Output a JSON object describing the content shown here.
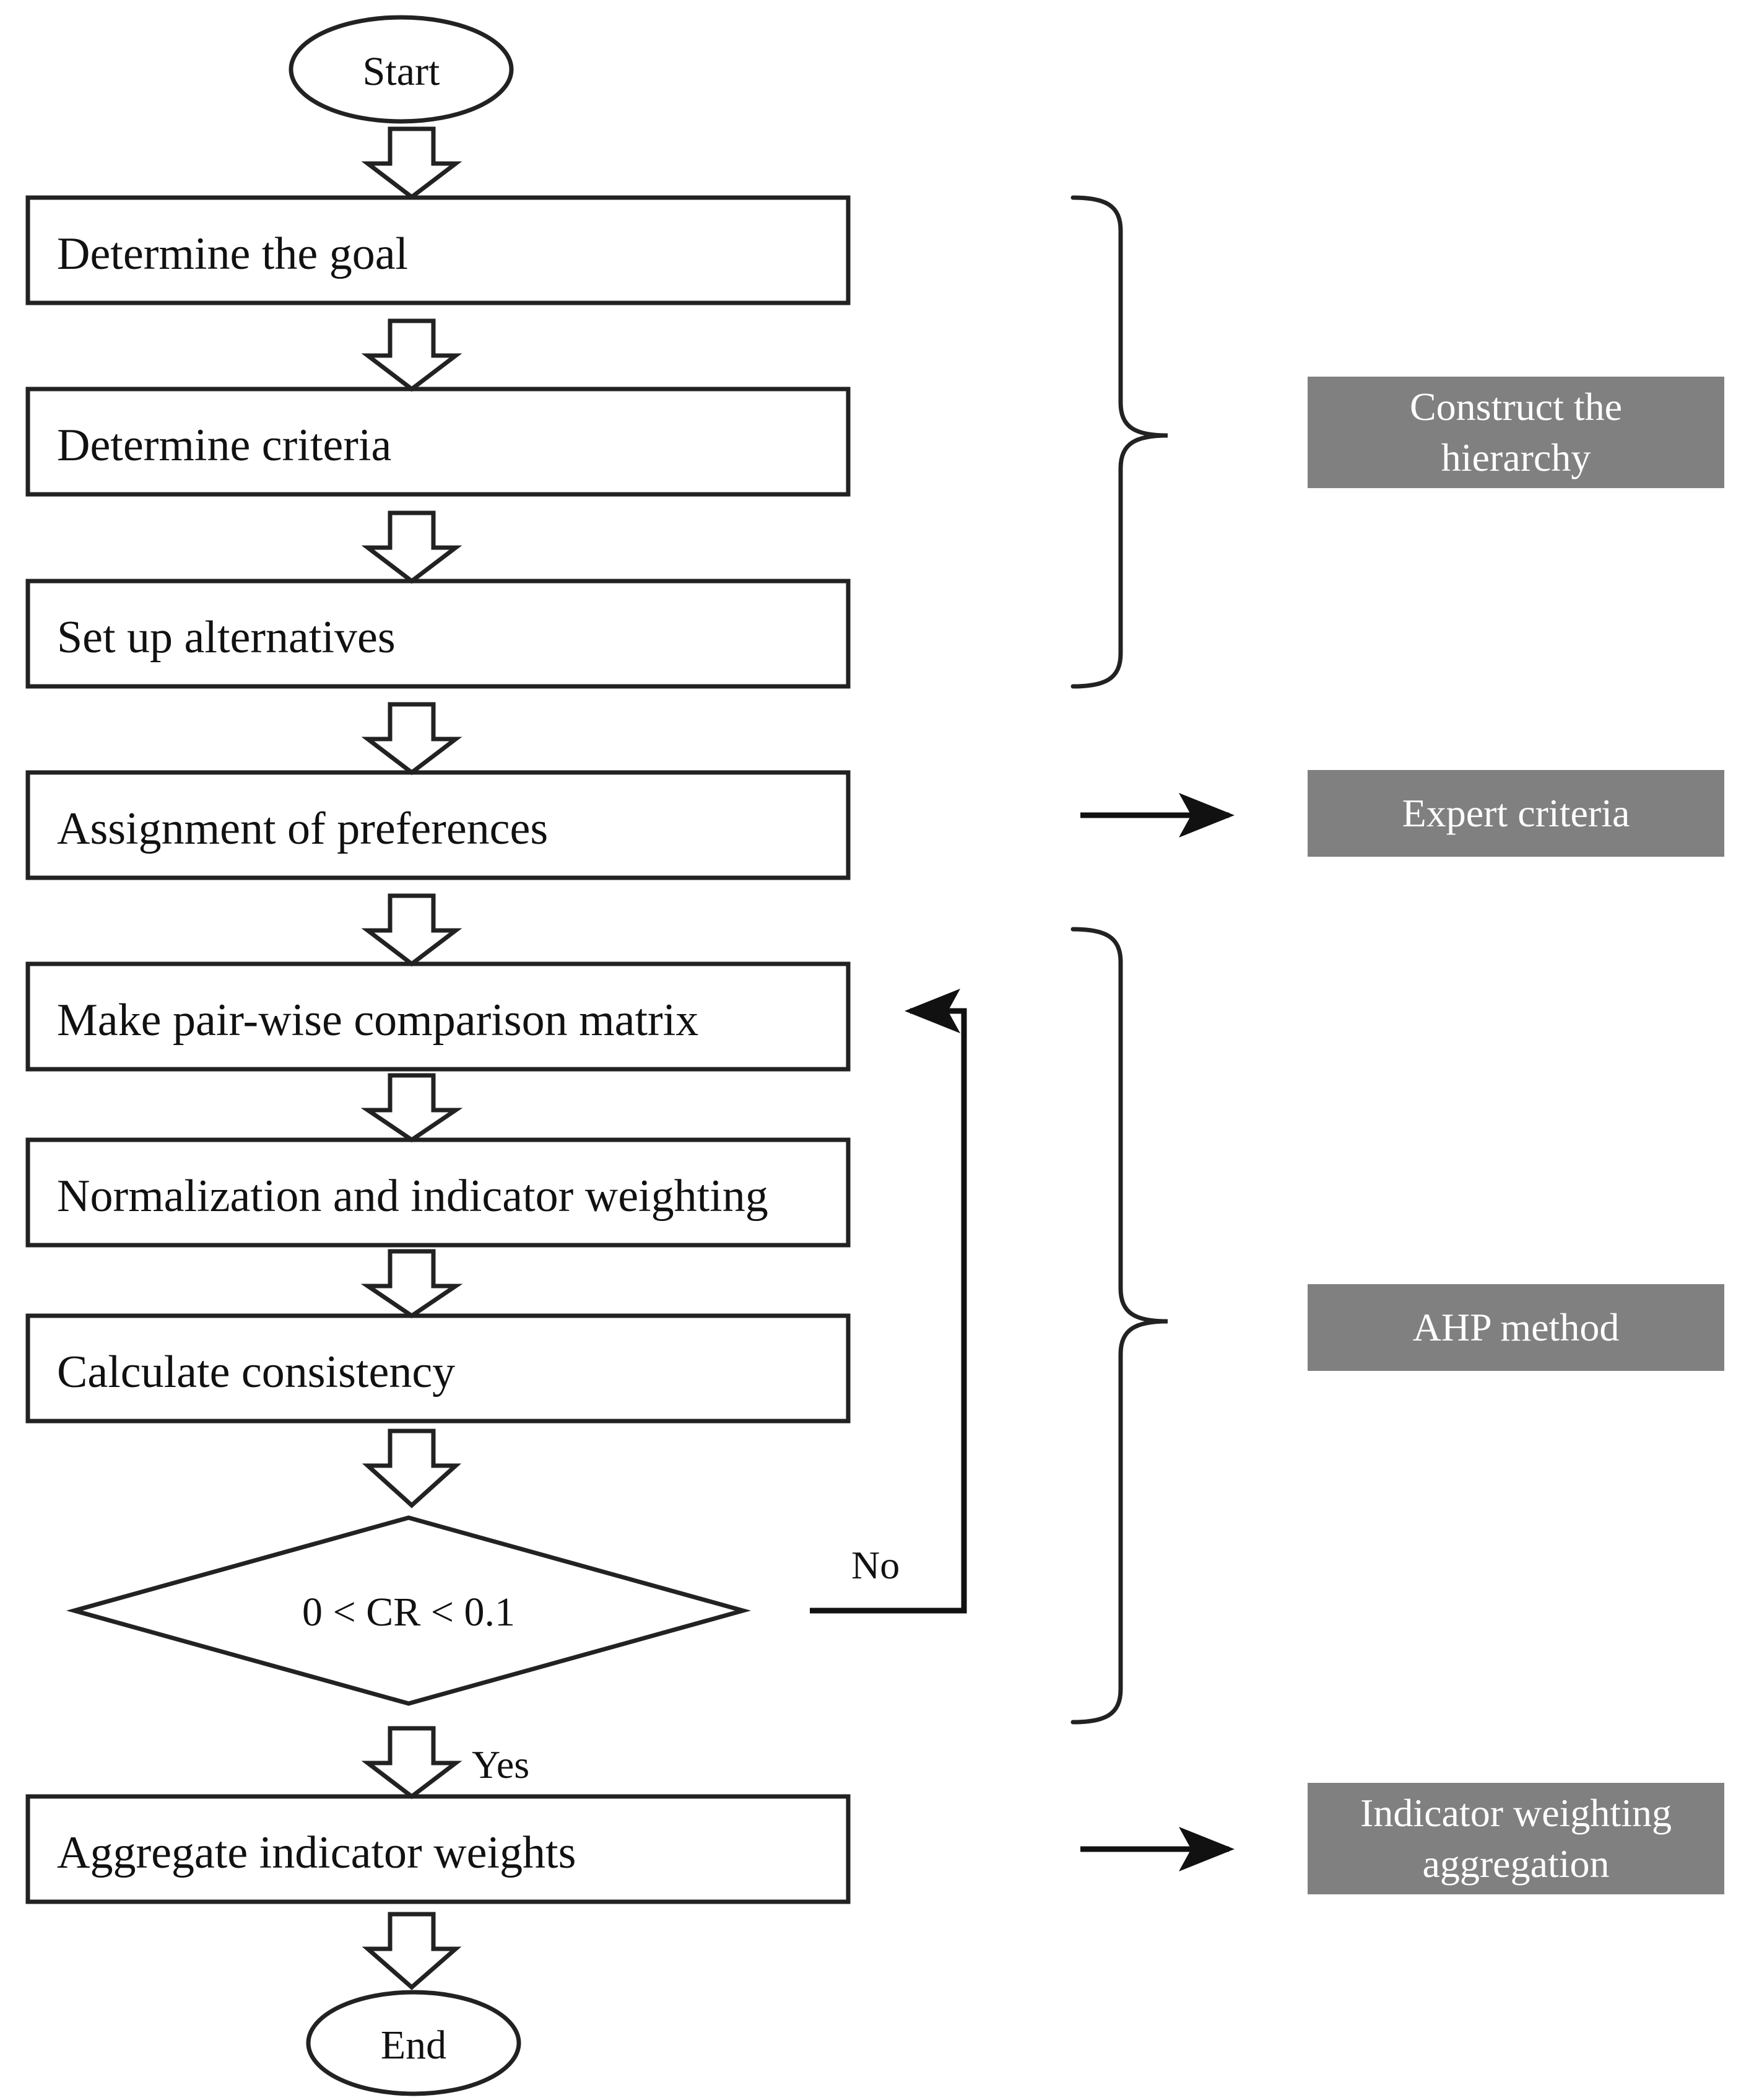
{
  "diagram": {
    "title": "AHP method flowchart",
    "colors": {
      "stroke": "#222222",
      "group_fill": "#808080",
      "group_text": "#ffffff",
      "background": "#ffffff"
    },
    "terminals": [
      {
        "id": "start",
        "label": "Start"
      },
      {
        "id": "end",
        "label": "End"
      }
    ],
    "process_steps": [
      {
        "id": "goal",
        "label": "Determine the goal"
      },
      {
        "id": "criteria",
        "label": "Determine criteria"
      },
      {
        "id": "alternatives",
        "label": "Set up alternatives"
      },
      {
        "id": "preferences",
        "label": "Assignment of preferences"
      },
      {
        "id": "matrix",
        "label": "Make pair-wise comparison matrix"
      },
      {
        "id": "normalize",
        "label": "Normalization and indicator weighting"
      },
      {
        "id": "consistency",
        "label": "Calculate consistency"
      },
      {
        "id": "aggregate",
        "label": "Aggregate indicator weights"
      }
    ],
    "decision": {
      "id": "cr-check",
      "label": "0 < CR < 0.1"
    },
    "edge_labels": [
      {
        "id": "no-branch",
        "label": "No"
      },
      {
        "id": "yes-branch",
        "label": "Yes"
      }
    ],
    "group_boxes": [
      {
        "id": "construct-hierarchy",
        "line1": "Construct the",
        "line2": "hierarchy",
        "connector": "brace"
      },
      {
        "id": "expert-criteria",
        "line1": "Expert criteria",
        "line2": "",
        "connector": "arrow"
      },
      {
        "id": "ahp-method",
        "line1": "AHP method",
        "line2": "",
        "connector": "brace"
      },
      {
        "id": "indicator-aggregation",
        "line1": "Indicator weighting",
        "line2": "aggregation",
        "connector": "arrow"
      }
    ]
  }
}
